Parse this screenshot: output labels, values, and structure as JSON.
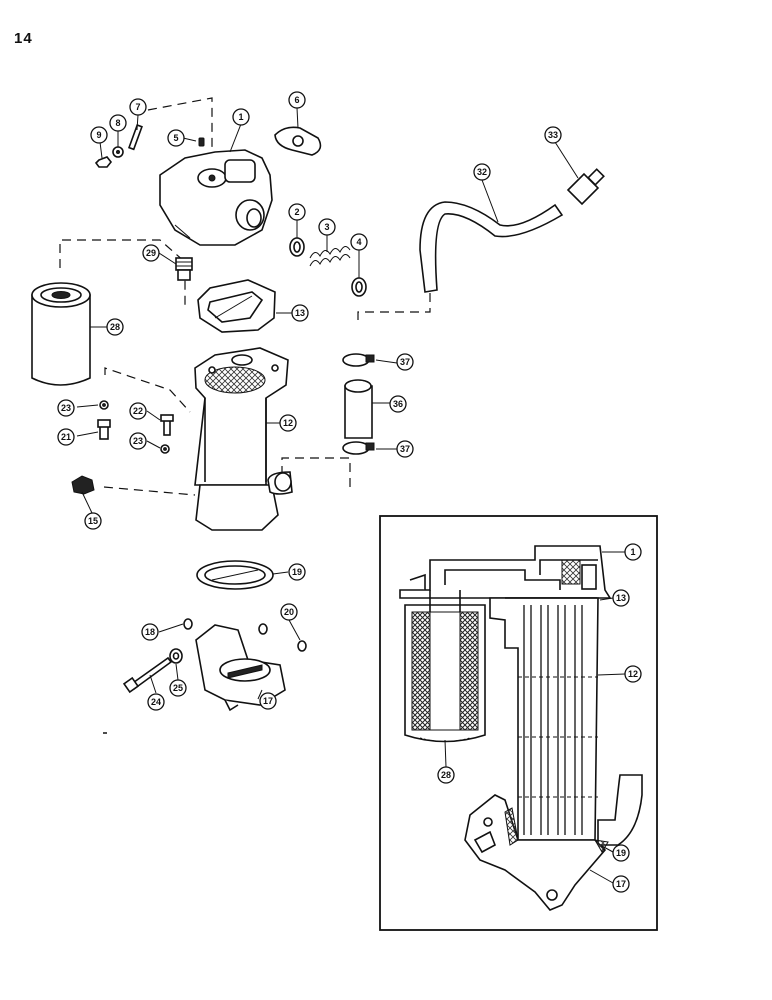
{
  "page_number": "14",
  "callouts": {
    "c1": "1",
    "c2": "2",
    "c3": "3",
    "c4": "4",
    "c5": "5",
    "c6": "6",
    "c7": "7",
    "c8": "8",
    "c9": "9",
    "c12": "12",
    "c13": "13",
    "c15": "15",
    "c17": "17",
    "c18": "18",
    "c19": "19",
    "c20": "20",
    "c21": "21",
    "c22": "22",
    "c23a": "23",
    "c23b": "23",
    "c24": "24",
    "c25": "25",
    "c28": "28",
    "c29": "29",
    "c32": "32",
    "c33": "33",
    "c36": "36",
    "c37a": "37",
    "c37b": "37"
  },
  "inset_callouts": {
    "i1": "1",
    "i13": "13",
    "i12": "12",
    "i28": "28",
    "i19": "19",
    "i17": "17"
  }
}
